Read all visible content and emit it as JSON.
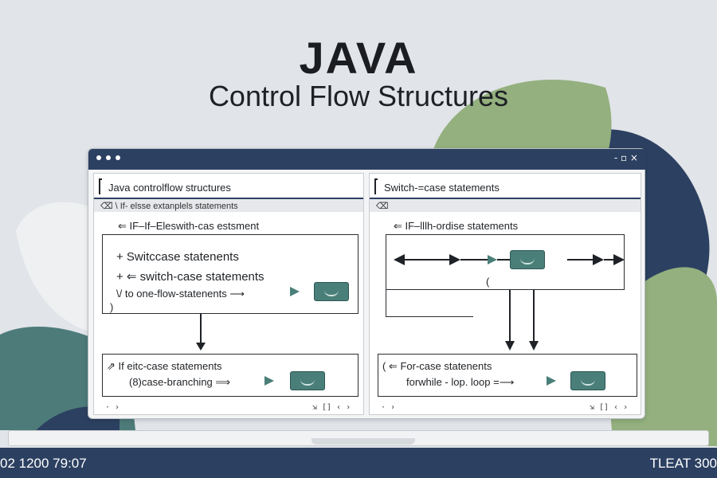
{
  "header": {
    "title": "JAVA",
    "subtitle": "Control Flow Structures"
  },
  "window": {
    "controls": "- ▫ ×"
  },
  "left_panel": {
    "header": "Java controlflow structures",
    "subheader": "⌫  \\  If- elsse extanplels statements",
    "row1": "⇐  IF–If–Eleswith-cas estsment",
    "row2": "+ Switccase statenents",
    "row3": "+ ⇐  switch-case statements",
    "row4": "\\/  to one-flow-statenents  ⟶",
    "row4_close": ")",
    "row5": "⇗  If eitc-case statements",
    "row6": "(8)case-branching  ⟹",
    "footer_left": "· ›",
    "footer_right": "⇲ [] ‹ ›"
  },
  "right_panel": {
    "header": "Switch-=case statements",
    "subheader": "⌫",
    "row1": "⇐  IF–lllh-ordise statements",
    "row2": "(  ⇐  For-case statenents",
    "row3": "forwhile - lop. loop =⟶",
    "row_misc": "(",
    "footer_left": "· ›",
    "footer_right": "⇲ [] ‹ ›"
  },
  "bottom_bar": {
    "left_text": "02 1200 79:07",
    "right_text": "TLEAT 300"
  },
  "colors": {
    "navy": "#2c4061",
    "teal": "#4a7f79",
    "sage": "#93b07e",
    "background": "#e1e4e8"
  },
  "icons": [
    "flow-node-icon",
    "arrow-right-icon",
    "arrow-down-icon",
    "triangle-play-icon"
  ]
}
